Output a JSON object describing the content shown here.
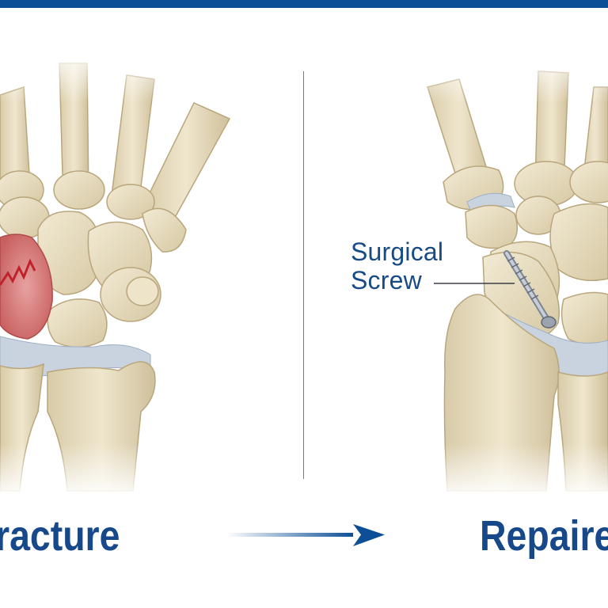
{
  "panels": {
    "left": {
      "label": "racture",
      "state": "fractured"
    },
    "right": {
      "label": "Repaire",
      "state": "repaired"
    }
  },
  "callout": {
    "line1": "Surgical",
    "line2": "Screw"
  },
  "colors": {
    "accent": "#0d4f96",
    "text": "#16488a",
    "bone": "#e6dcc0",
    "fracture_fill": "#d98787",
    "fracture_line": "#c0222a",
    "cartilage": "#c9d3df"
  }
}
